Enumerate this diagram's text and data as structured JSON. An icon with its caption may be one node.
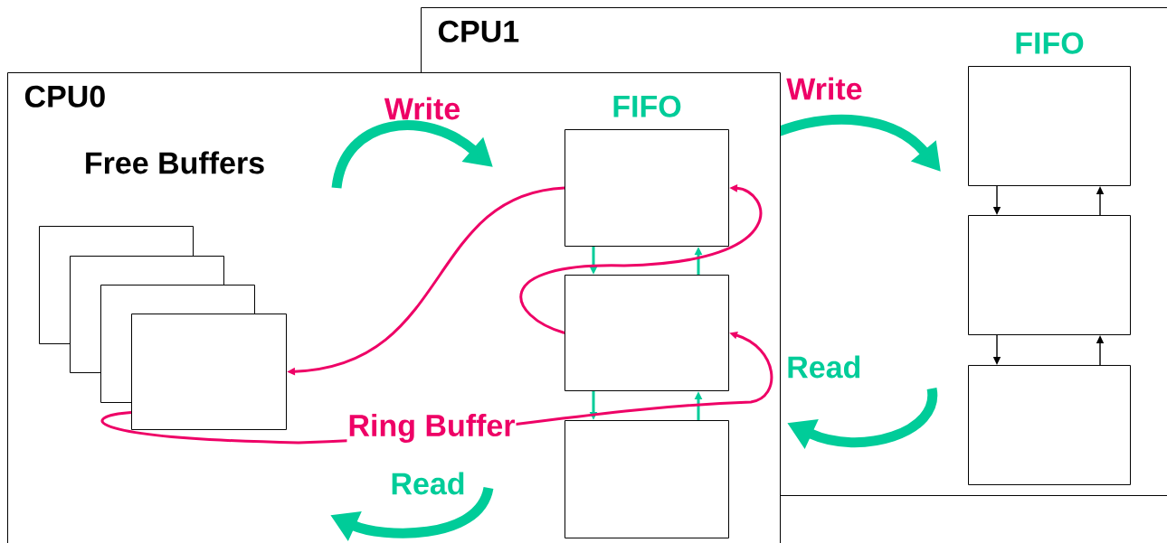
{
  "diagram": {
    "nodes": [
      {
        "text": [
          "CPU1"
        ]
      },
      {
        "text": [],
        "shape": "box",
        "in": 0,
        "beside": [
          "FIFO"
        ]
      },
      {
        "text": [],
        "shape": "box",
        "in": 0
      },
      {
        "text": [],
        "shape": "box",
        "in": 0
      },
      {
        "text": [
          "CPU0"
        ]
      },
      {
        "text": [],
        "shape": "box",
        "in": 4
      },
      {
        "text": [],
        "shape": "box",
        "in": 4
      },
      {
        "text": [],
        "shape": "box",
        "in": 4
      },
      {
        "text": [],
        "shape": "box",
        "in": 4
      },
      {
        "text": [],
        "shape": "box",
        "beside": [
          "FIFO"
        ]
      },
      {
        "text": [],
        "shape": "box"
      },
      {
        "text": [],
        "shape": "box",
        "in": 4
      }
    ],
    "edges": [
      {
        "from": 1,
        "to": 2,
        "arrow": "to"
      },
      {
        "from": 2,
        "to": 1,
        "arrow": "to"
      },
      {
        "from": 2,
        "to": 3,
        "arrow": "to"
      },
      {
        "from": 3,
        "to": 2,
        "arrow": "to"
      },
      {
        "from": 9,
        "to": 10,
        "arrow": "to",
        "color": "#00cc99"
      },
      {
        "from": 10,
        "to": 9,
        "arrow": "to",
        "color": "#00cc99"
      },
      {
        "from": 10,
        "to": 11,
        "arrow": "to",
        "color": "#00cc99"
      },
      {
        "from": 11,
        "to": 10,
        "arrow": "to",
        "color": "#00cc99"
      },
      {
        "from": 9,
        "to": 8,
        "arrow": "to",
        "color": "#ee0066"
      },
      {
        "from": 8,
        "to": 10,
        "arrow": "to",
        "label": "Ring Buffer",
        "color": "#ee0066"
      },
      {
        "from": 10,
        "to": 9,
        "arrow": "to",
        "color": "#ee0066"
      }
    ],
    "labels": [
      "Write",
      "Read",
      "Write",
      "Free Buffers",
      "Read"
    ]
  }
}
